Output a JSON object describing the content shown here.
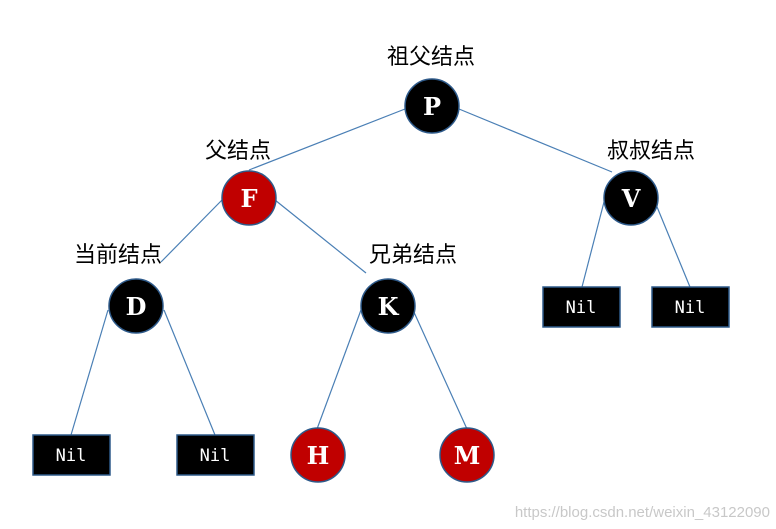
{
  "colors": {
    "black_node": "#000000",
    "red_node": "#c00000",
    "node_border": "#2e5a8a",
    "edge": "#4a7fb5",
    "nil_fill": "#000000"
  },
  "captions": {
    "grandparent": "祖父结点",
    "parent": "父结点",
    "uncle": "叔叔结点",
    "current": "当前结点",
    "sibling": "兄弟结点"
  },
  "nodes": {
    "P": {
      "label": "P",
      "color": "black"
    },
    "F": {
      "label": "F",
      "color": "red"
    },
    "V": {
      "label": "V",
      "color": "black"
    },
    "D": {
      "label": "D",
      "color": "black"
    },
    "K": {
      "label": "K",
      "color": "black"
    },
    "H": {
      "label": "H",
      "color": "red"
    },
    "M": {
      "label": "M",
      "color": "red"
    }
  },
  "nil_leaves": {
    "D_left": "Nil",
    "D_right": "Nil",
    "V_left": "Nil",
    "V_right": "Nil"
  },
  "edges": [
    [
      "P",
      "F"
    ],
    [
      "P",
      "V"
    ],
    [
      "F",
      "D"
    ],
    [
      "F",
      "K"
    ],
    [
      "D",
      "D_left"
    ],
    [
      "D",
      "D_right"
    ],
    [
      "K",
      "H"
    ],
    [
      "K",
      "M"
    ],
    [
      "V",
      "V_left"
    ],
    [
      "V",
      "V_right"
    ]
  ],
  "watermark": "https://blog.csdn.net/weixin_43122090"
}
